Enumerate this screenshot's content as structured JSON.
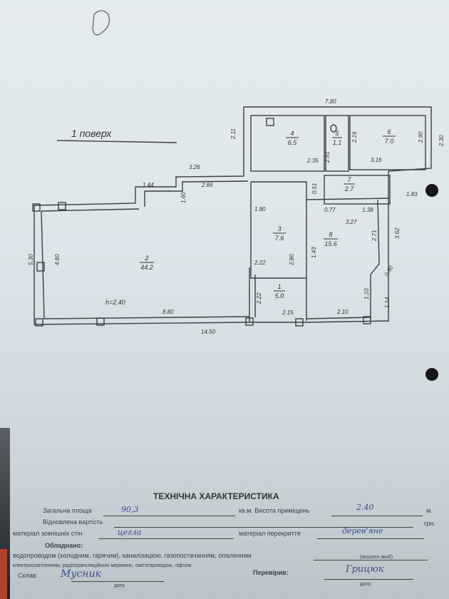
{
  "plan": {
    "floor_label": "1 поверх",
    "dimensions": {
      "top_width": "7.80",
      "d_2_11": "2.11",
      "d_3_26": "3.26",
      "d_1_44": "1.44",
      "d_2_66": "2.66",
      "d_1_60": "1.60",
      "d_2_35": "2.35",
      "d_2_91": "2.91",
      "d_2_16": "2.16",
      "d_3_16": "3.16",
      "d_2_90": "2.90",
      "d_2_30": "2.30",
      "d_1_83": "1.83",
      "d_0_51": "0.51",
      "d_0_77": "0.77",
      "d_1_80": "1.80",
      "d_1_38": "1.38",
      "d_3_27": "3.27",
      "d_3_62": "3.62",
      "d_2_71": "2.71",
      "d_2_22a": "2.22",
      "d_2_80": "2.80",
      "d_1_43": "1.43",
      "d_5_30": "5.30",
      "d_4_60": "4.60",
      "height": "h=2.40",
      "d_8_80": "8.80",
      "d_2_22b": "2.22",
      "d_2_15": "2.15",
      "d_2_10": "2.10",
      "d_1_10": "1.10",
      "d_1_14": "1.14",
      "d_0_90": "0.90",
      "total_length": "14.50"
    },
    "rooms": [
      {
        "num": "1",
        "area": "5.0"
      },
      {
        "num": "2",
        "area": "44.2"
      },
      {
        "num": "3",
        "area": "7.6"
      },
      {
        "num": "4",
        "area": "6.5"
      },
      {
        "num": "5",
        "area": "1.1"
      },
      {
        "num": "6",
        "area": "7.0"
      },
      {
        "num": "7",
        "area": "2.7"
      },
      {
        "num": "8",
        "area": "15.6"
      }
    ]
  },
  "form": {
    "title": "ТЕХНІЧНА ХАРАКТЕРИСТИКА",
    "total_area_label": "Загальна площа",
    "total_area_value": "90,3",
    "area_unit": "кв.м. Висота приміщень",
    "height_value": "2.40",
    "height_unit": "м.",
    "restored_value_label": "Відновлена вартість",
    "currency": "грн.",
    "walls_label": "матеріал зовнішніх стін",
    "walls_value": "цегла",
    "ceiling_label": "матеріал перекриття",
    "ceiling_value": "дерев'яне",
    "equipped_label": "Обладнано:",
    "equipped_line1": "водопроводом (холодним, гарячим), каналізацією, газопостачанням, опаленням",
    "equipped_line2": "електроосвітленням, радіотрансляційною мережею, сміттєпроводом, ліфтом",
    "specify_hint": "(вказати який)",
    "compiled_label": "Склав:",
    "compiled_signature": "Мусник",
    "checked_label": "Перевірив:",
    "checked_signature": "Грицюк",
    "date_label": "дата"
  }
}
